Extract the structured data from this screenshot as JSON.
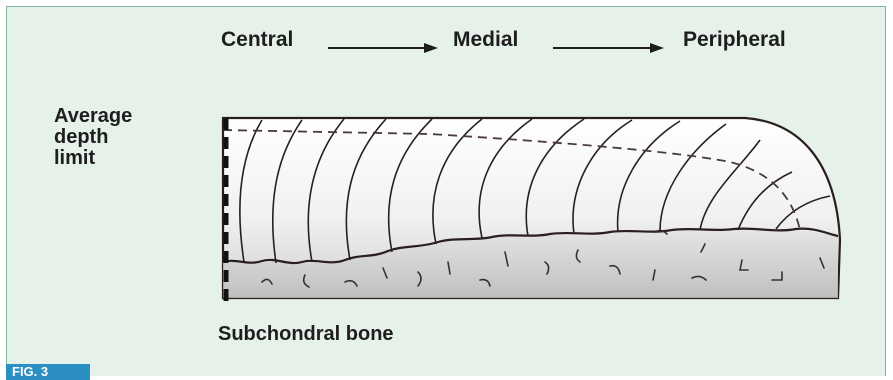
{
  "flow": {
    "central": "Central",
    "medial": "Medial",
    "peripheral": "Peripheral"
  },
  "depth_label": "Average\ndepth\nlimit",
  "bone_label": "Subchondral bone",
  "figure_tag": "FIG. 3",
  "colors": {
    "panel_bg": "#e6f1ea",
    "panel_border": "#7fb59a",
    "ink": "#2a1f1f",
    "tag_bg": "#2b8fc4"
  }
}
